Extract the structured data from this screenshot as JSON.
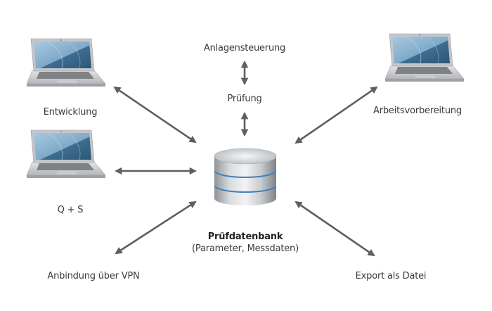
{
  "title": "Prüfdatenbank network diagram",
  "center": {
    "icon": "database-icon",
    "title": "Prüfdatenbank",
    "subtitle": "(Parameter, Messdaten)"
  },
  "nodes": [
    {
      "id": "entwicklung",
      "label": "Entwicklung",
      "icon": "laptop-icon"
    },
    {
      "id": "qs",
      "label": "Q + S",
      "icon": "laptop-icon"
    },
    {
      "id": "vpn",
      "label": "Anbindung über VPN"
    },
    {
      "id": "arbeitsvorbereitung",
      "label": "Arbeitsvorbereitung",
      "icon": "laptop-icon"
    },
    {
      "id": "export",
      "label": "Export als Datei"
    },
    {
      "id": "anlagensteuerung",
      "label": "Anlagensteuerung"
    },
    {
      "id": "pruefung",
      "label": "Prüfung"
    }
  ],
  "connections": [
    {
      "from": "entwicklung",
      "to": "center",
      "type": "bidirectional"
    },
    {
      "from": "qs",
      "to": "center",
      "type": "bidirectional"
    },
    {
      "from": "vpn",
      "to": "center",
      "type": "bidirectional"
    },
    {
      "from": "arbeitsvorbereitung",
      "to": "center",
      "type": "bidirectional"
    },
    {
      "from": "export",
      "to": "center",
      "type": "bidirectional"
    },
    {
      "from": "anlagensteuerung",
      "to": "pruefung",
      "type": "bidirectional"
    },
    {
      "from": "pruefung",
      "to": "center",
      "type": "bidirectional"
    }
  ],
  "colors": {
    "arrow": "#5f5f5f",
    "db_band": "#3f7fb6",
    "screen": "#4f82a8"
  }
}
